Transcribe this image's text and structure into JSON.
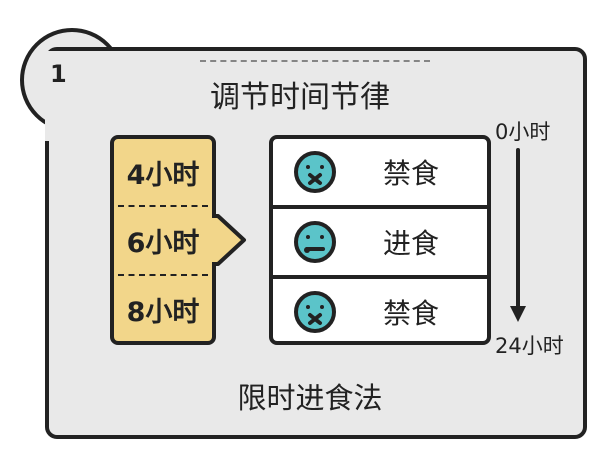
{
  "step_number": "1",
  "title": "调节时间节律",
  "eating_windows": [
    {
      "label": "4小时"
    },
    {
      "label": "6小时"
    },
    {
      "label": "8小时"
    }
  ],
  "phases": [
    {
      "label": "禁食",
      "icon": "face-mouth-x-icon"
    },
    {
      "label": "进食",
      "icon": "face-eating-icon"
    },
    {
      "label": "禁食",
      "icon": "face-mouth-x-icon"
    }
  ],
  "timeline": {
    "start": "0小时",
    "end": "24小时"
  },
  "caption": "限时进食法",
  "colors": {
    "card": "#e9e9e9",
    "window": "#f2d68a",
    "face": "#5bc4c9",
    "outline": "#222222"
  }
}
